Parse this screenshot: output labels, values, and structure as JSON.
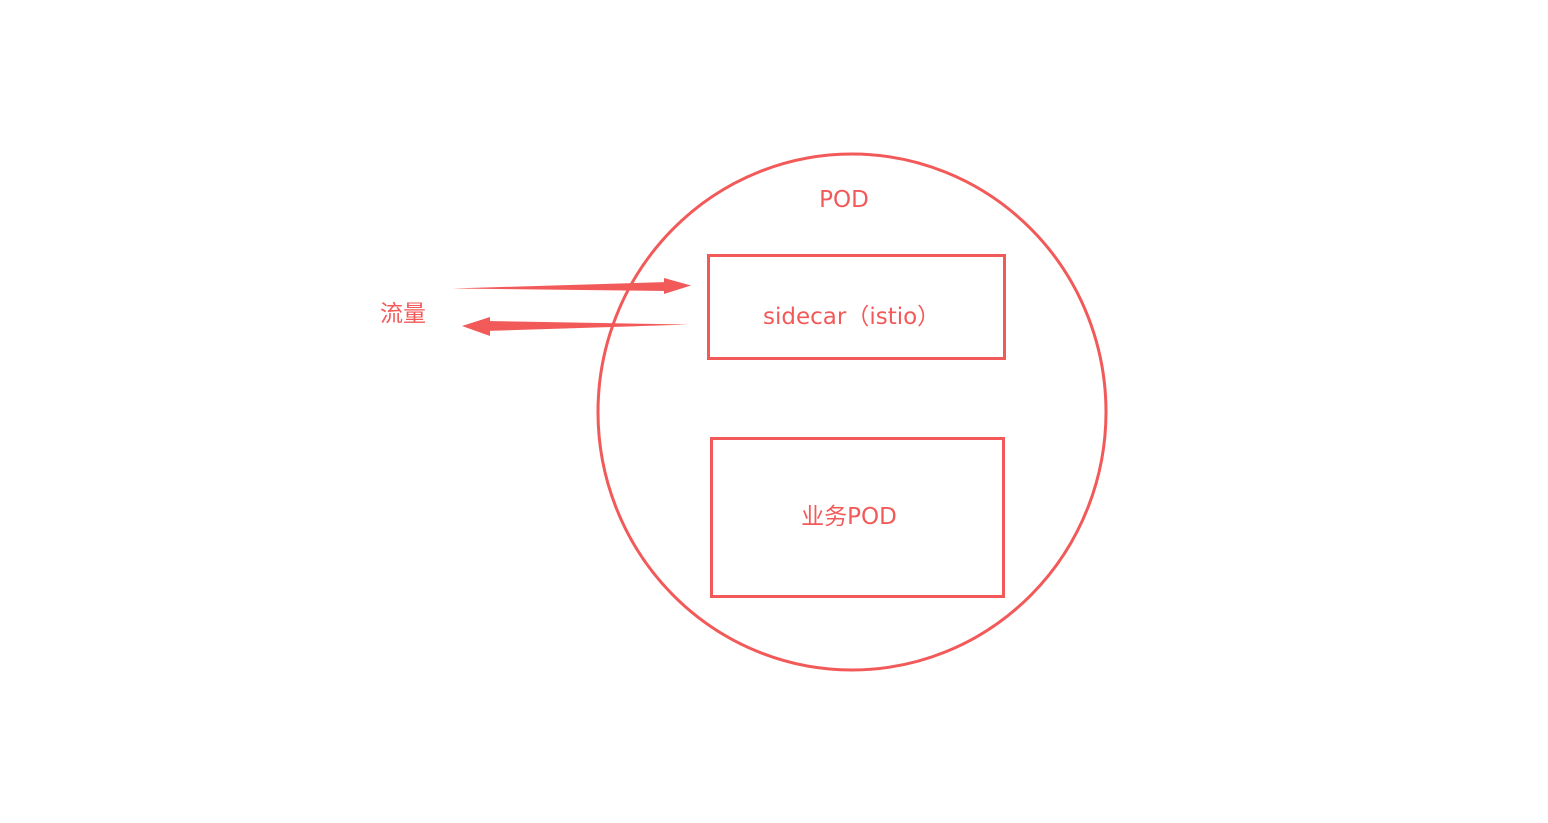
{
  "diagram": {
    "pod_label": "POD",
    "sidecar_label": "sidecar（istio）",
    "business_label": "业务POD",
    "traffic_label": "流量"
  },
  "colors": {
    "stroke": "#f25a5a",
    "text": "#f25a5a",
    "background": "#ffffff"
  }
}
